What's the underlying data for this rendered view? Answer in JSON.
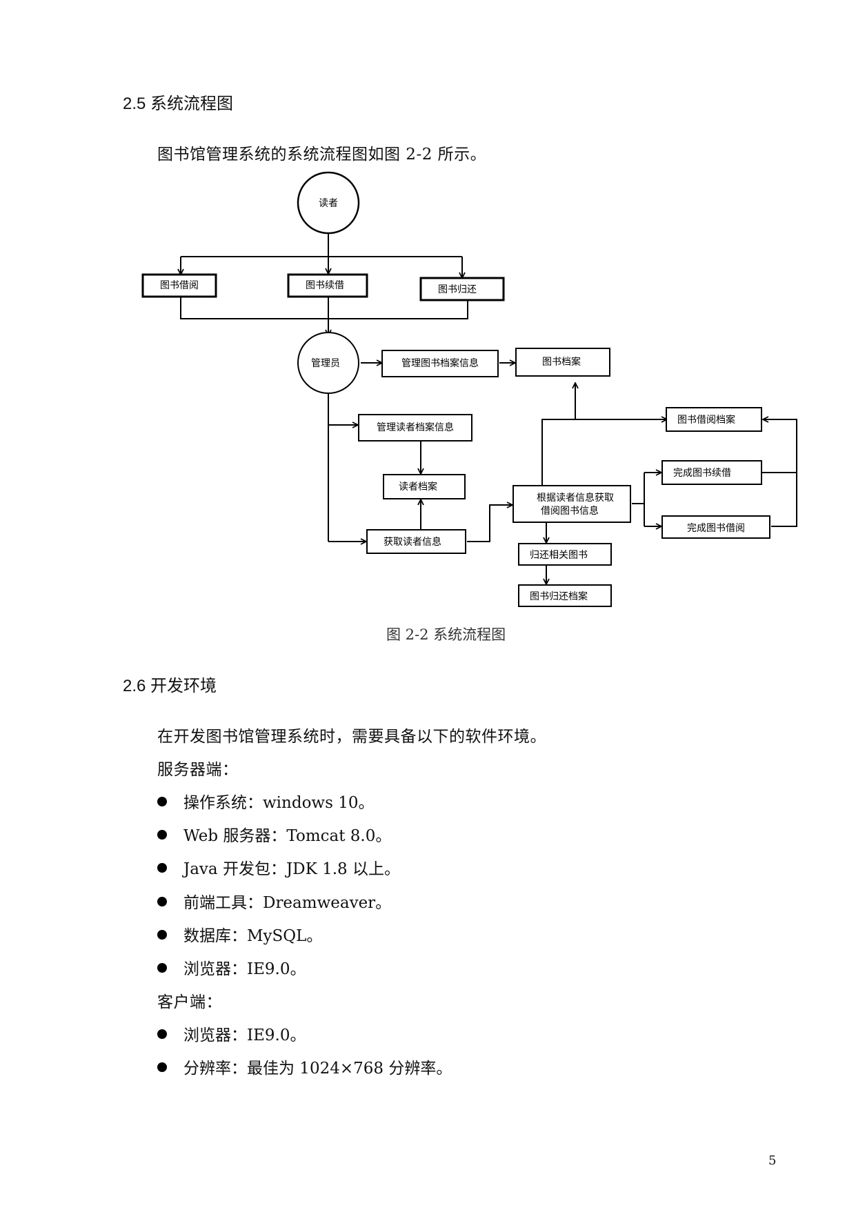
{
  "section_25": {
    "heading": "2.5 系统流程图",
    "intro": "图书馆管理系统的系统流程图如图 2-2 所示。"
  },
  "flowchart": {
    "reader": "读者",
    "borrow": "图书借阅",
    "renew": "图书续借",
    "return": "图书归还",
    "admin": "管理员",
    "manage_book_records": "管理图书档案信息",
    "book_records": "图书档案",
    "manage_reader_records": "管理读者档案信息",
    "reader_records": "读者档案",
    "get_reader_info": "获取读者信息",
    "get_borrow_info_line1": "根据读者信息获取",
    "get_borrow_info_line2": "借阅图书信息",
    "borrow_records": "图书借阅档案",
    "finish_renew": "完成图书续借",
    "finish_borrow": "完成图书借阅",
    "return_related": "归还相关图书",
    "return_records": "图书归还档案",
    "caption": "图 2-2  系统流程图"
  },
  "section_26": {
    "heading": "2.6 开发环境",
    "intro": "在开发图书馆管理系统时，需要具备以下的软件环境。",
    "server_label": "服务器端：",
    "server_items": [
      "操作系统：windows 10。",
      "Web 服务器：Tomcat 8.0。",
      "Java 开发包：JDK 1.8 以上。",
      "前端工具：Dreamweaver。",
      "数据库：MySQL。",
      "浏览器：IE9.0。"
    ],
    "client_label": "客户端：",
    "client_items": [
      "浏览器：IE9.0。",
      "分辨率：最佳为 1024×768 分辨率。"
    ]
  },
  "page_number": "5"
}
